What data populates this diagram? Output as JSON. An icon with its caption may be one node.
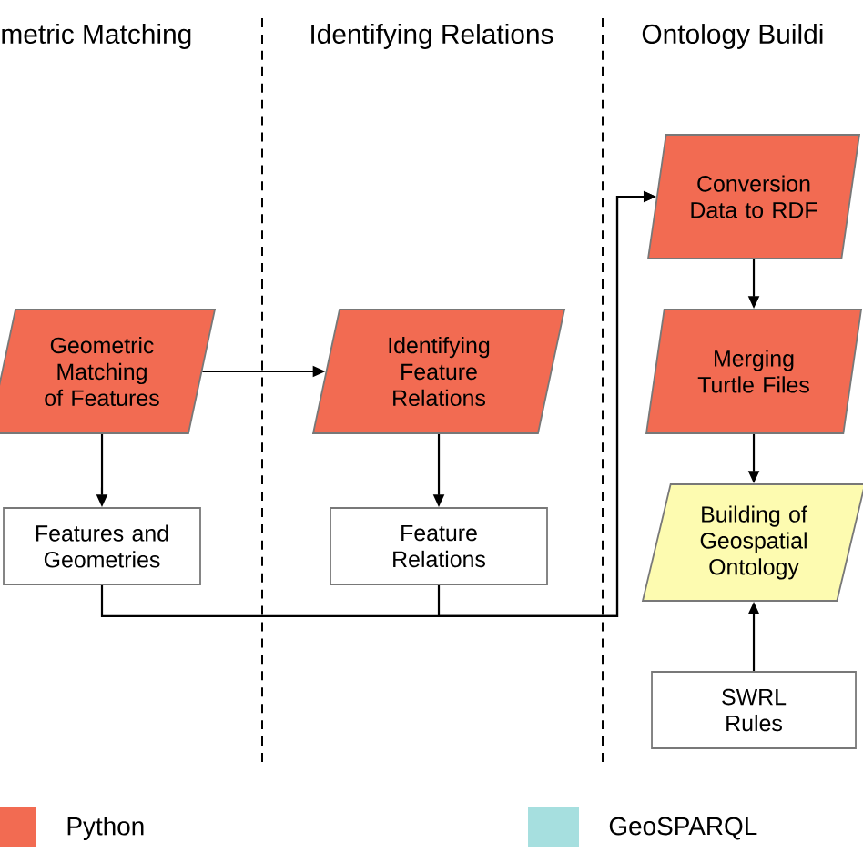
{
  "diagram": {
    "nodes": [
      {
        "text": [
          "Geometric Matching of Features"
        ]
      },
      {
        "text": [
          "Features and Geometries"
        ]
      },
      {
        "text": [
          "Identifying Feature Relations"
        ]
      },
      {
        "text": [
          "Feature Relations"
        ]
      },
      {
        "text": [
          "Conversion Data to RDF"
        ]
      },
      {
        "text": [
          "Merging Turtle Files"
        ]
      },
      {
        "text": [
          "Building of Geospatial Ontology"
        ]
      },
      {
        "text": [
          "SWRL Rules"
        ]
      }
    ],
    "edges": [
      {
        "from": 0,
        "to": 2,
        "arrow": "to"
      },
      {
        "from": 0,
        "to": 1,
        "arrow": "to"
      },
      {
        "from": 2,
        "to": 3,
        "arrow": "to"
      },
      {
        "from": 1,
        "to": 4,
        "arrow": "to"
      },
      {
        "from": 3,
        "to": 4,
        "arrow": "to"
      },
      {
        "from": 4,
        "to": 5,
        "arrow": "to"
      },
      {
        "from": 5,
        "to": 6,
        "arrow": "to"
      },
      {
        "from": 7,
        "to": 6,
        "arrow": "to"
      }
    ],
    "labels": [
      "metric  Matching",
      "Identifying Relations",
      "Ontology Buildi"
    ],
    "legend": [
      {
        "text": "Python",
        "color": "#f26b52"
      },
      {
        "text": "GeoSPARQL",
        "color": "#a6dfdf"
      }
    ]
  }
}
